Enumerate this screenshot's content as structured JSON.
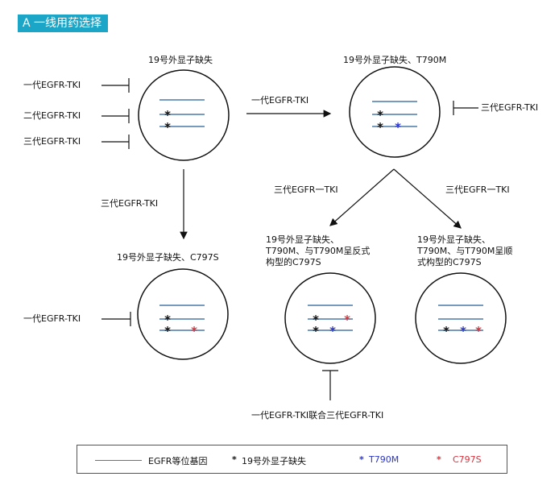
{
  "header": "A  一线用药选择",
  "cells": {
    "top_left": {
      "title": "19号外显子缺失"
    },
    "top_right": {
      "title": "19号外显子缺失、T790M"
    },
    "bottom_left": {
      "title": "19号外显子缺失、C797S"
    },
    "bottom_mid": {
      "title": "19号外显子缺失、\nT790M、与T790M呈反式\n构型的C797S"
    },
    "bottom_right": {
      "title": "19号外显子缺失、\nT790M、与T790M呈顺\n式构型的C797S"
    }
  },
  "drugs": {
    "gen1": "一代EGFR-TKI",
    "gen2": "二代EGFR-TKI",
    "gen3": "三代EGFR-TKI",
    "gen3_dash": "三代EGFR一TKI",
    "combo": "一代EGFR-TKI联合三代EGFR-TKI"
  },
  "legend": {
    "allele": "EGFR等位基因",
    "del19": "19号外显子缺失",
    "t790m": "T790M",
    "c797s": "C797S",
    "star": "*"
  },
  "colors": {
    "header_bg": "#1ba5c6",
    "allele_line": "#4a7aa8",
    "t790m": "#2b35c8",
    "c797s": "#d8323c",
    "del19": "#111111"
  }
}
